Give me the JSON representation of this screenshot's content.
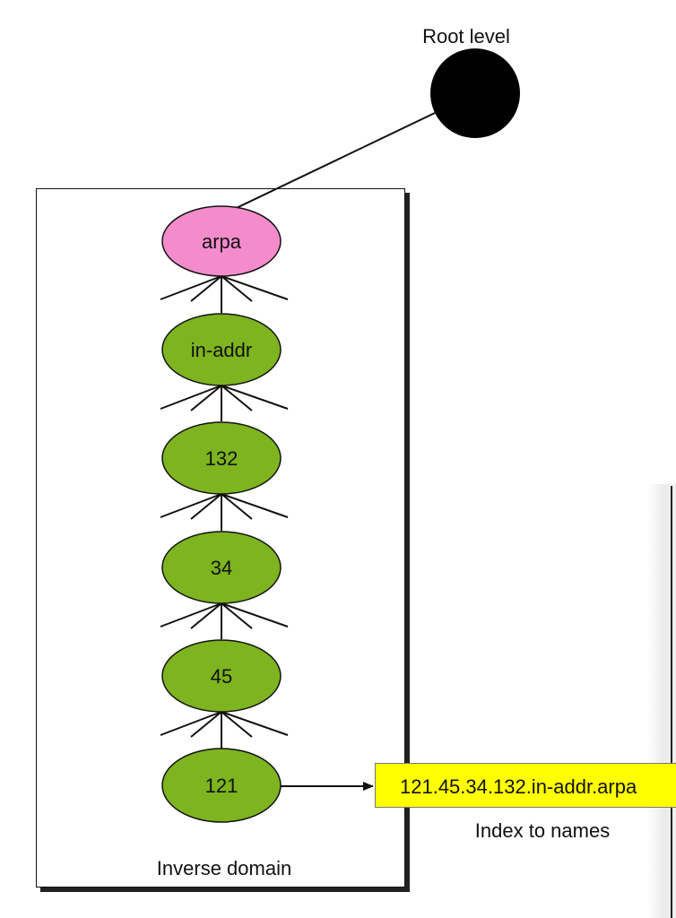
{
  "root": {
    "label": "Root level"
  },
  "tree": {
    "caption": "Inverse domain",
    "nodes": [
      {
        "label": "arpa",
        "color": "#f48ccc"
      },
      {
        "label": "in-addr",
        "color": "#7db41f"
      },
      {
        "label": "132",
        "color": "#7db41f"
      },
      {
        "label": "34",
        "color": "#7db41f"
      },
      {
        "label": "45",
        "color": "#7db41f"
      },
      {
        "label": "121",
        "color": "#7db41f"
      }
    ]
  },
  "index": {
    "value": "121.45.34.132.in-addr.arpa",
    "caption": "Index to names",
    "color": "#ffff00"
  }
}
